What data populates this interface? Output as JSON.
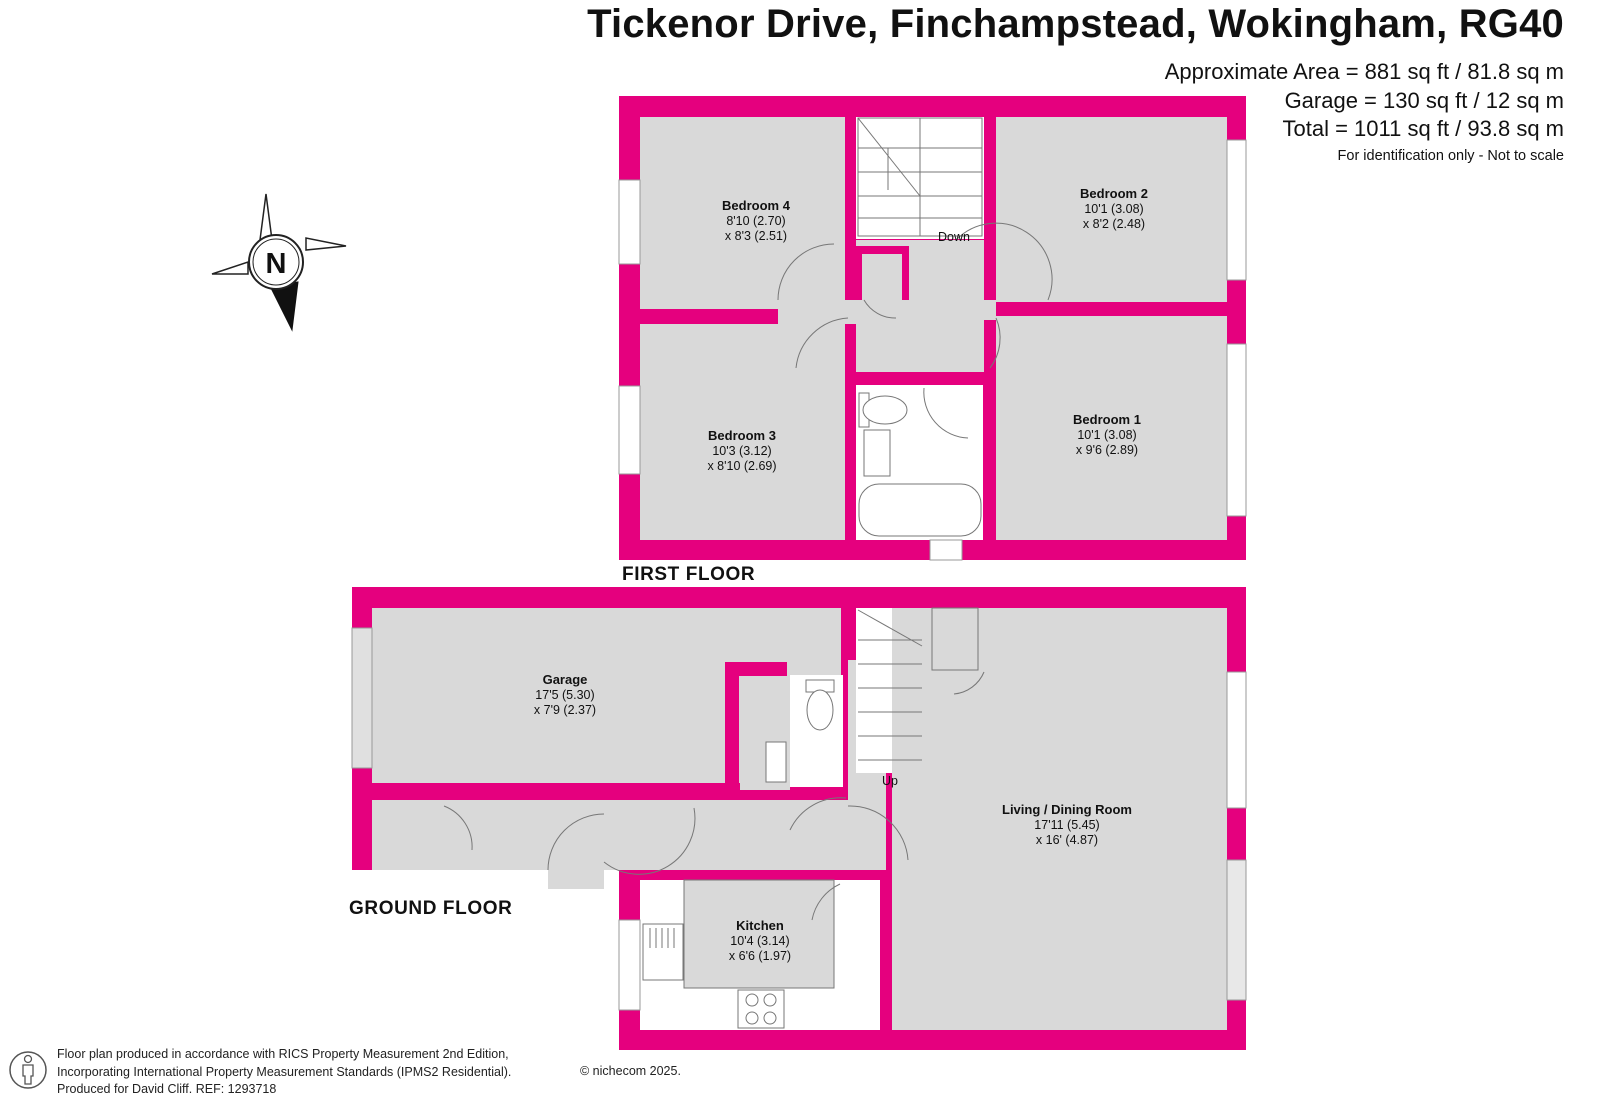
{
  "header": {
    "title": "Tickenor Drive, Finchampstead, Wokingham, RG40",
    "area_approx": "Approximate Area = 881 sq ft / 81.8 sq m",
    "area_garage": "Garage = 130 sq ft / 12 sq m",
    "area_total": "Total = 1011 sq ft / 93.8 sq m",
    "note": "For identification only - Not to scale"
  },
  "compass": {
    "label": "N"
  },
  "floors": {
    "first": "FIRST FLOOR",
    "ground": "GROUND FLOOR"
  },
  "rooms": {
    "bedroom4": {
      "name": "Bedroom 4",
      "dim1": "8'10 (2.70)",
      "dim2": "x 8'3 (2.51)"
    },
    "bedroom2": {
      "name": "Bedroom 2",
      "dim1": "10'1 (3.08)",
      "dim2": "x 8'2 (2.48)"
    },
    "bedroom3": {
      "name": "Bedroom 3",
      "dim1": "10'3 (3.12)",
      "dim2": "x 8'10 (2.69)"
    },
    "bedroom1": {
      "name": "Bedroom 1",
      "dim1": "10'1 (3.08)",
      "dim2": "x 9'6 (2.89)"
    },
    "garage": {
      "name": "Garage",
      "dim1": "17'5 (5.30)",
      "dim2": "x 7'9 (2.37)"
    },
    "living": {
      "name": "Living / Dining Room",
      "dim1": "17'11 (5.45)",
      "dim2": "x 16' (4.87)"
    },
    "kitchen": {
      "name": "Kitchen",
      "dim1": "10'4 (3.14)",
      "dim2": "x 6'6 (1.97)"
    }
  },
  "stairs": {
    "down": "Down",
    "up": "Up"
  },
  "footer": {
    "line1": "Floor plan produced in accordance with RICS Property Measurement 2nd Edition,",
    "line2": "Incorporating International Property Measurement Standards (IPMS2 Residential).",
    "line3": "Produced for David Cliff.   REF:  1293718",
    "copyright": "© nichecom 2025."
  },
  "colors": {
    "wall": "#e5007e",
    "floor": "#d9d9d9",
    "white": "#ffffff"
  }
}
